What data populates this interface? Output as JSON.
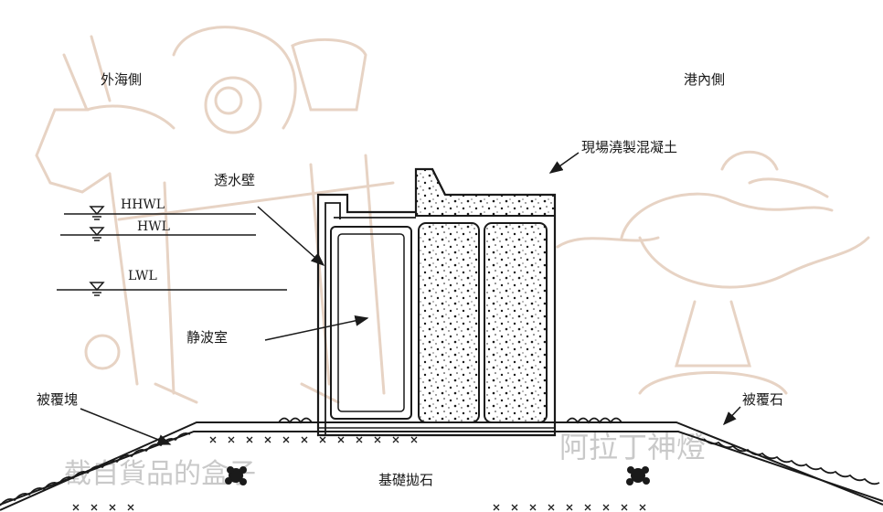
{
  "labels": {
    "seaward_side": "外海側",
    "harbor_side": "港內側",
    "cast_in_place_concrete": "現場澆製混凝土",
    "permeable_wall": "透水壁",
    "wave_chamber": "静波室",
    "armor_blocks": "被覆塊",
    "armor_stones": "被覆石",
    "foundation_rubble": "基礎拋石"
  },
  "water_levels": [
    {
      "label": "HHWL"
    },
    {
      "label": "HWL"
    },
    {
      "label": "LWL"
    }
  ],
  "watermarks": {
    "left": "截自貨品的盒子",
    "right": "阿拉丁神燈"
  },
  "colors": {
    "line": "#1a1a1a",
    "sketch": "#e7d3c4",
    "sketch_dark": "#d9bda6",
    "watermark": "#c9c9c9"
  }
}
